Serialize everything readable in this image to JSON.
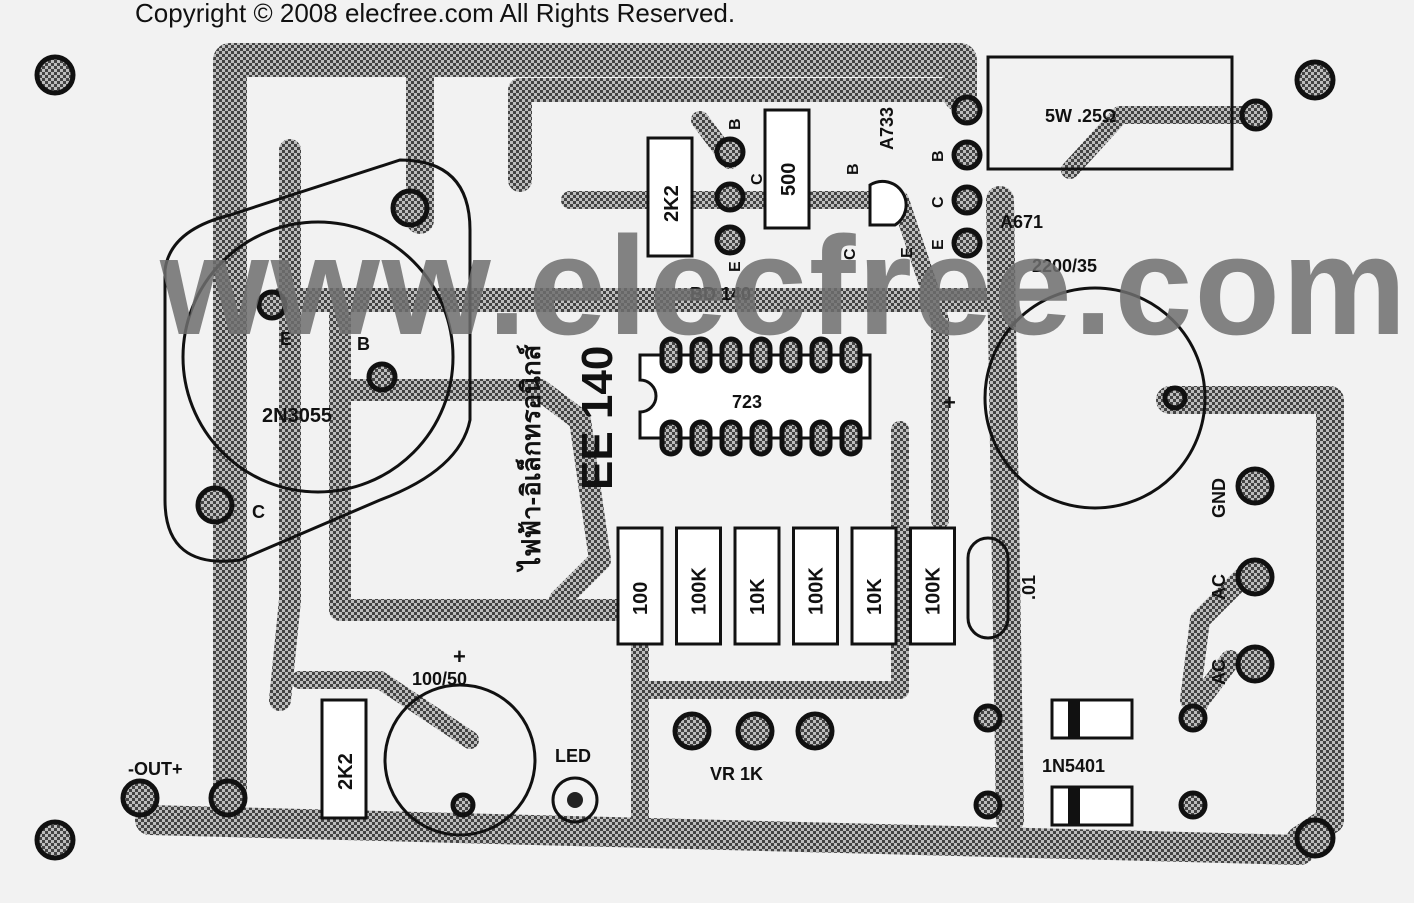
{
  "copyright": "Copyright ©  2008 elecfree.com All Rights Reserved.",
  "watermark": "www.elecfree.com",
  "board": {
    "board_id": "EE 140",
    "thai_text": "ไฟฟ้า-อิเล็กทรอนิกส์",
    "components": {
      "q_power": "2N3055",
      "q_power_b": "B",
      "q_power_e": "E",
      "q_power_c": "C",
      "r_2k2_top": "2K2",
      "r_500": "500",
      "bd140": "BD 140",
      "bd140_b": "B",
      "bd140_c": "C",
      "bd140_e": "E",
      "a733": "A733",
      "a733_b": "B",
      "a733_c": "C",
      "a733_e": "E",
      "a671": "A671",
      "a671_b": "B",
      "a671_c": "C",
      "a671_e": "E",
      "r_shunt": "5W .25Ω",
      "cap_main": "2200/35",
      "cap_main_plus": "+",
      "ic": "723",
      "resistors": [
        "100",
        "100K",
        "10K",
        "100K",
        "10K",
        "100K"
      ],
      "cap_small": ".01",
      "gnd": "GND",
      "ac1": "AC",
      "ac2": "AC",
      "diode": "1N5401",
      "vr": "VR 1K",
      "led": "LED",
      "cap_out": "100/50",
      "cap_out_plus": "+",
      "r_2k2_bottom": "2K2",
      "out": "-OUT+"
    }
  }
}
